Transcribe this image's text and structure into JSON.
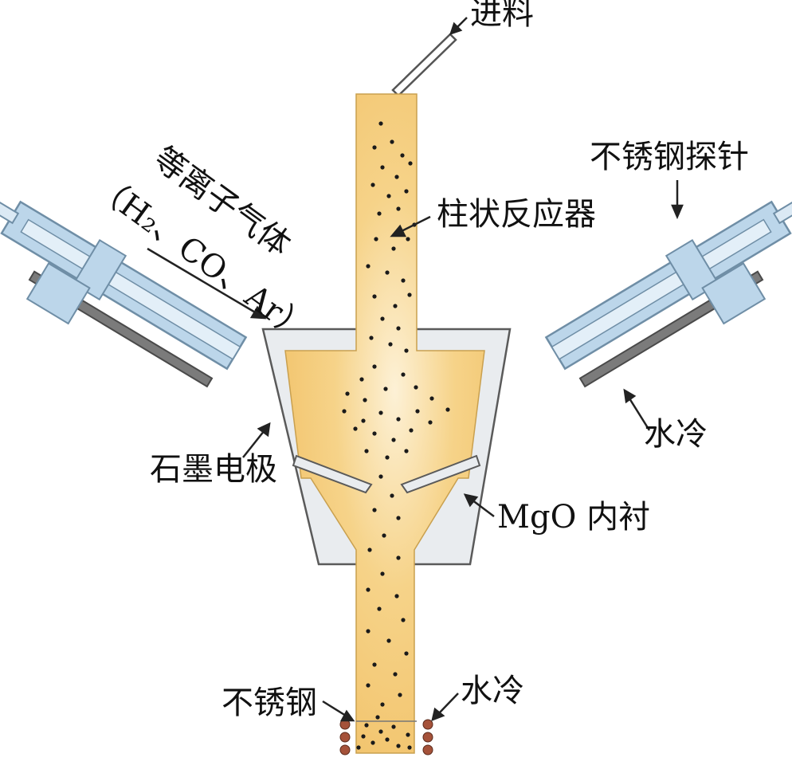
{
  "labels": {
    "feed": "进料",
    "probe": "不锈钢探针",
    "reactor": "柱状反应器",
    "plasma_gas_line1": "等离子气体",
    "plasma_gas_line2": "（H₂、CO、Ar）",
    "electrode": "石墨电极",
    "cooling_right": "水冷",
    "lining": "MgO 内衬",
    "stainless_bottom": "不锈钢",
    "cooling_bottom": "水冷"
  },
  "colors": {
    "powder": "#f2c46d",
    "powder_light": "#fbe6b8",
    "lining": "#e9ecef",
    "torch_body": "#bcd6ea",
    "torch_outline": "#6f8ea6",
    "electrode": "#7b7b7b",
    "particle": "#1a1a1a",
    "cooling_dot": "#a5523a"
  }
}
